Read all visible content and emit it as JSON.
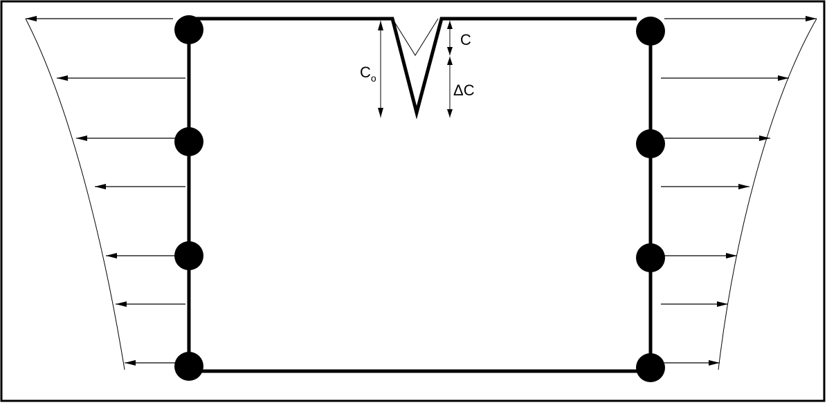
{
  "labels": {
    "c0_main": "C",
    "c0_sub": "o",
    "c": "C",
    "delta_c": "ΔC"
  },
  "colors": {
    "ink": "#000000",
    "background": "#ffffff"
  }
}
